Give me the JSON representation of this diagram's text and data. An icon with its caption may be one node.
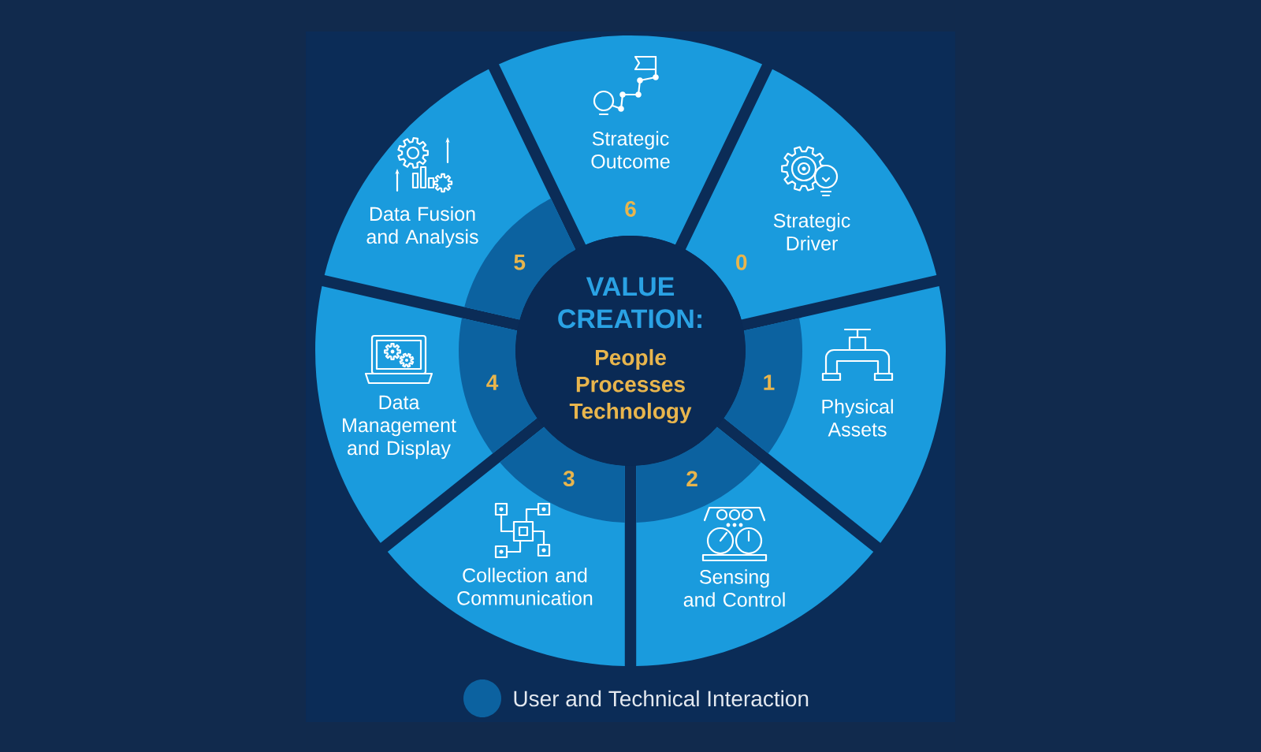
{
  "diagram": {
    "nodes": [
      {
        "text": [
          "Strategic Driver",
          "0"
        ]
      },
      {
        "text": [
          "Physical Assets",
          "1"
        ]
      },
      {
        "text": [
          "2",
          "Sensing and Control"
        ]
      },
      {
        "text": [
          "3",
          "Collection and Communication"
        ]
      },
      {
        "text": [
          "Data Management and Display",
          "4"
        ]
      },
      {
        "text": [
          "Data Fusion and Analysis",
          "5"
        ]
      },
      {
        "text": [
          "Strategic Outcome",
          "6"
        ]
      },
      {
        "text": [
          "VALUE CREATION:",
          "People Processes Technology"
        ]
      }
    ],
    "legend": [
      {
        "text": "User and Technical Interaction",
        "color": "#0c62a0"
      }
    ]
  }
}
